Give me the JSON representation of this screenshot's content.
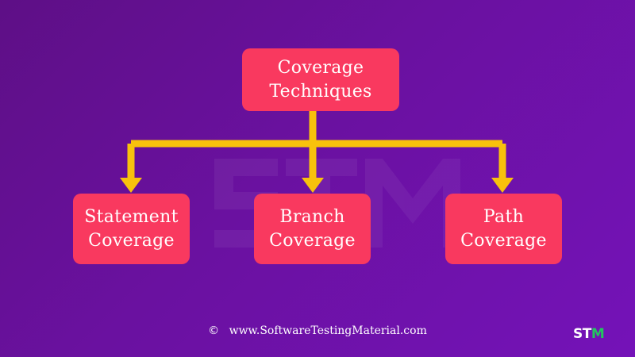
{
  "diagram": {
    "root": {
      "line1": "Coverage",
      "line2": "Techniques"
    },
    "children": [
      {
        "line1": "Statement",
        "line2": "Coverage"
      },
      {
        "line1": "Branch",
        "line2": "Coverage"
      },
      {
        "line1": "Path",
        "line2": "Coverage"
      }
    ]
  },
  "footer": {
    "copyright_symbol": "©",
    "website": "www.SoftwareTestingMaterial.com"
  },
  "logo": {
    "text_main": "ST",
    "text_accent": "M"
  },
  "colors": {
    "background_start": "#5e0f86",
    "background_end": "#7412b8",
    "node_fill": "#f9395f",
    "arrow": "#f8c20c",
    "text": "#ffffff",
    "logo_accent": "#22c55e"
  }
}
